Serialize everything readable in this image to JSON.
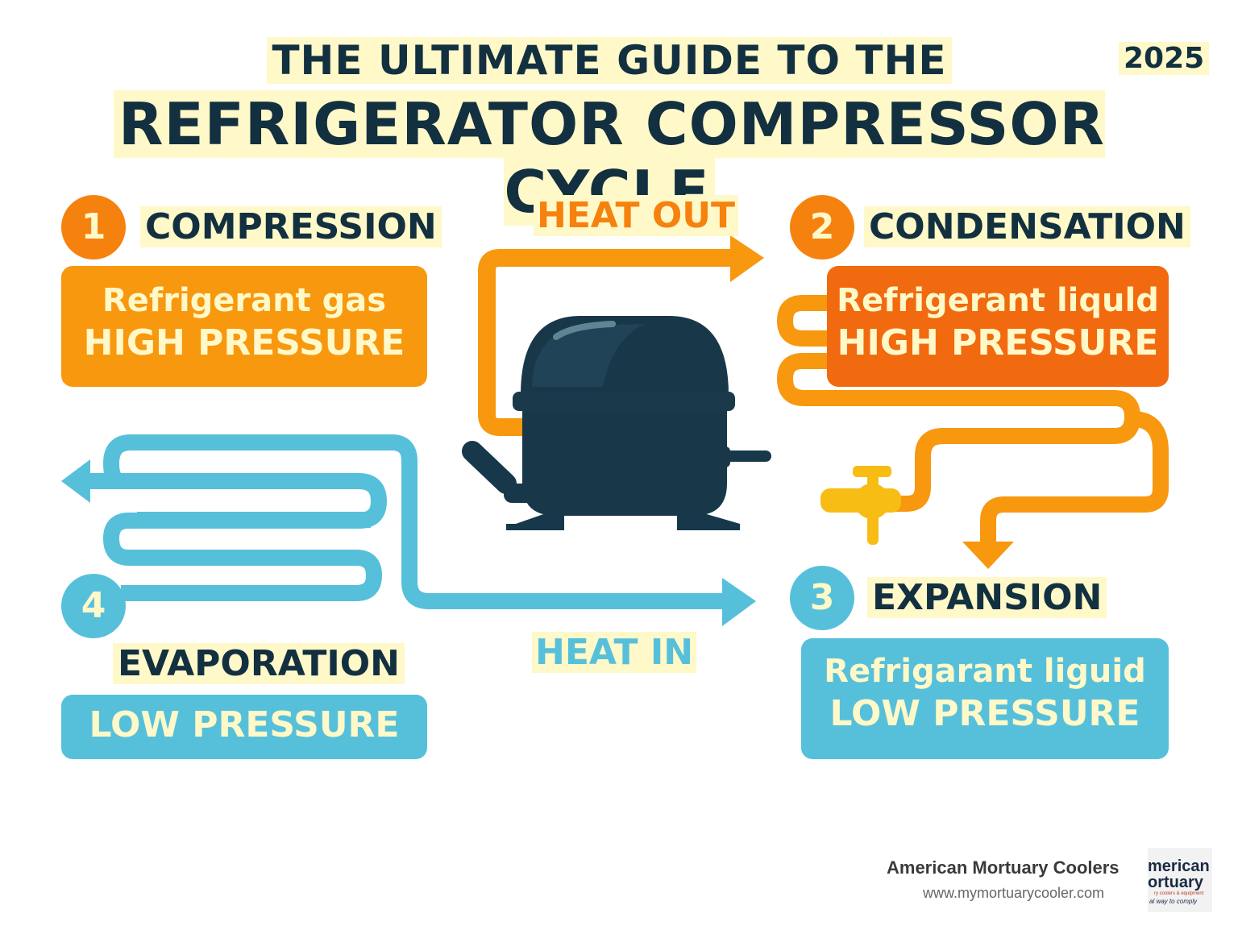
{
  "header": {
    "title_line1": "THE ULTIMATE GUIDE TO THE",
    "title_line2": "REFRIGERATOR COMPRESSOR CYCLE",
    "year": "2025"
  },
  "stages": [
    {
      "number": "1",
      "name": "COMPRESSION",
      "line1": "Refrigerant gas",
      "line2": "HIGH PRESSURE"
    },
    {
      "number": "2",
      "name": "CONDENSATION",
      "line1": "Refrigerant liquld",
      "line2": "HIGH PRESSURE"
    },
    {
      "number": "3",
      "name": "EXPANSION",
      "line1": "Refrigarant liguid",
      "line2": "LOW PRESSURE"
    },
    {
      "number": "4",
      "name": "EVAPORATION",
      "line2": "LOW PRESSURE"
    }
  ],
  "labels": {
    "heat_out": "HEAT OUT",
    "heat_in": "HEAT IN"
  },
  "colors": {
    "orange": "#f5820f",
    "orange_light": "#f7980f",
    "orange_dark": "#f26a10",
    "blue": "#56c0db",
    "navy": "#123040",
    "cream": "#fff8c8"
  },
  "footer": {
    "brand_name": "American Mortuary Coolers",
    "url": "www.mymortuarycooler.com",
    "logo_line1": "merican",
    "logo_line2": "ortuary",
    "logo_line3": "ry coolers & equipment",
    "logo_line4": "al way to comply"
  }
}
